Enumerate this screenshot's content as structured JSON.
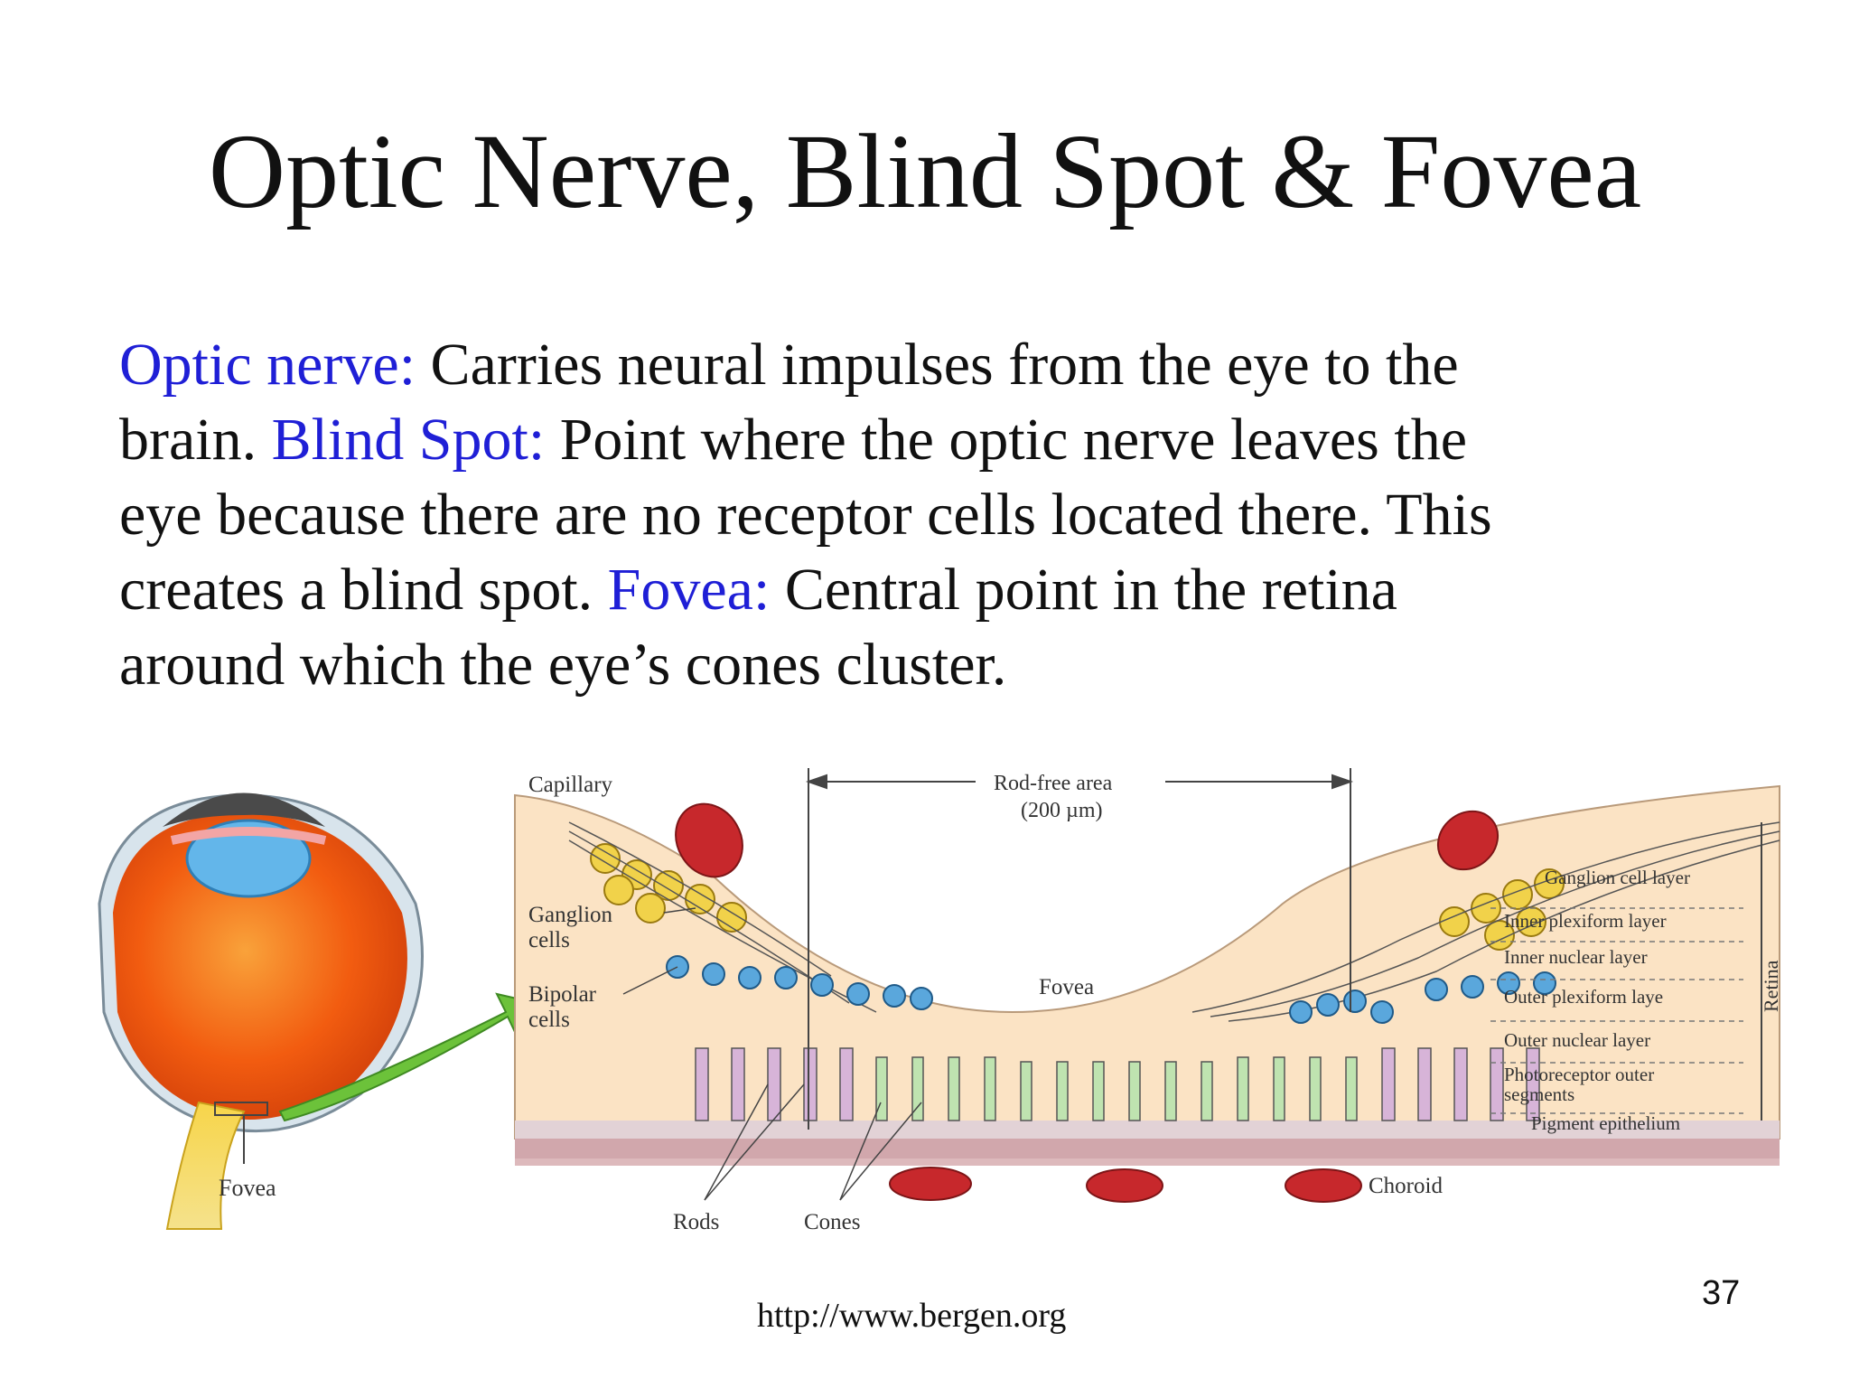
{
  "slide": {
    "title": "Optic Nerve, Blind Spot & Fovea",
    "number": "37",
    "source_url": "http://www.bergen.org"
  },
  "body": {
    "l1": {
      "term": "Optic nerve:",
      "text": " Carries neural impulses from the eye to the"
    },
    "l2": {
      "lead": "brain. ",
      "term": "Blind Spot:",
      "text": " Point where the optic nerve leaves the"
    },
    "l3": {
      "text": "eye because there are no receptor cells located there.  This"
    },
    "l4": {
      "lead": "creates a blind spot. ",
      "term": "Fovea:",
      "text": " Central point in the retina"
    },
    "l5": {
      "text": "around which the eye’s cones cluster."
    }
  },
  "diagram": {
    "eye_fovea": "Fovea",
    "capillary": "Capillary",
    "rod_free_1": "Rod-free area",
    "rod_free_2": "(200 µm)",
    "ganglion_1": "Ganglion",
    "ganglion_2": "cells",
    "bipolar_1": "Bipolar",
    "bipolar_2": "cells",
    "fovea": "Fovea",
    "rods": "Rods",
    "cones": "Cones",
    "choroid": "Choroid",
    "retina": "Retina",
    "layers": [
      "Ganglion cell layer",
      "Inner plexiform layer",
      "Inner nuclear layer",
      "Outer plexiform laye",
      "Outer nuclear layer",
      "Photoreceptor outer",
      "segments",
      "Pigment epithelium"
    ]
  },
  "colors": {
    "term": "#1f1fd6",
    "retina_fill": "#fbe3c4",
    "eye_orange": "#f25c10",
    "arrow_green": "#6cc23a",
    "cell_yellow": "#f1d24a",
    "cell_blue": "#5aa7dc",
    "rod_pink": "#d7b4d8",
    "cone_green": "#bfe3b0",
    "capillary_red": "#c7282c"
  }
}
